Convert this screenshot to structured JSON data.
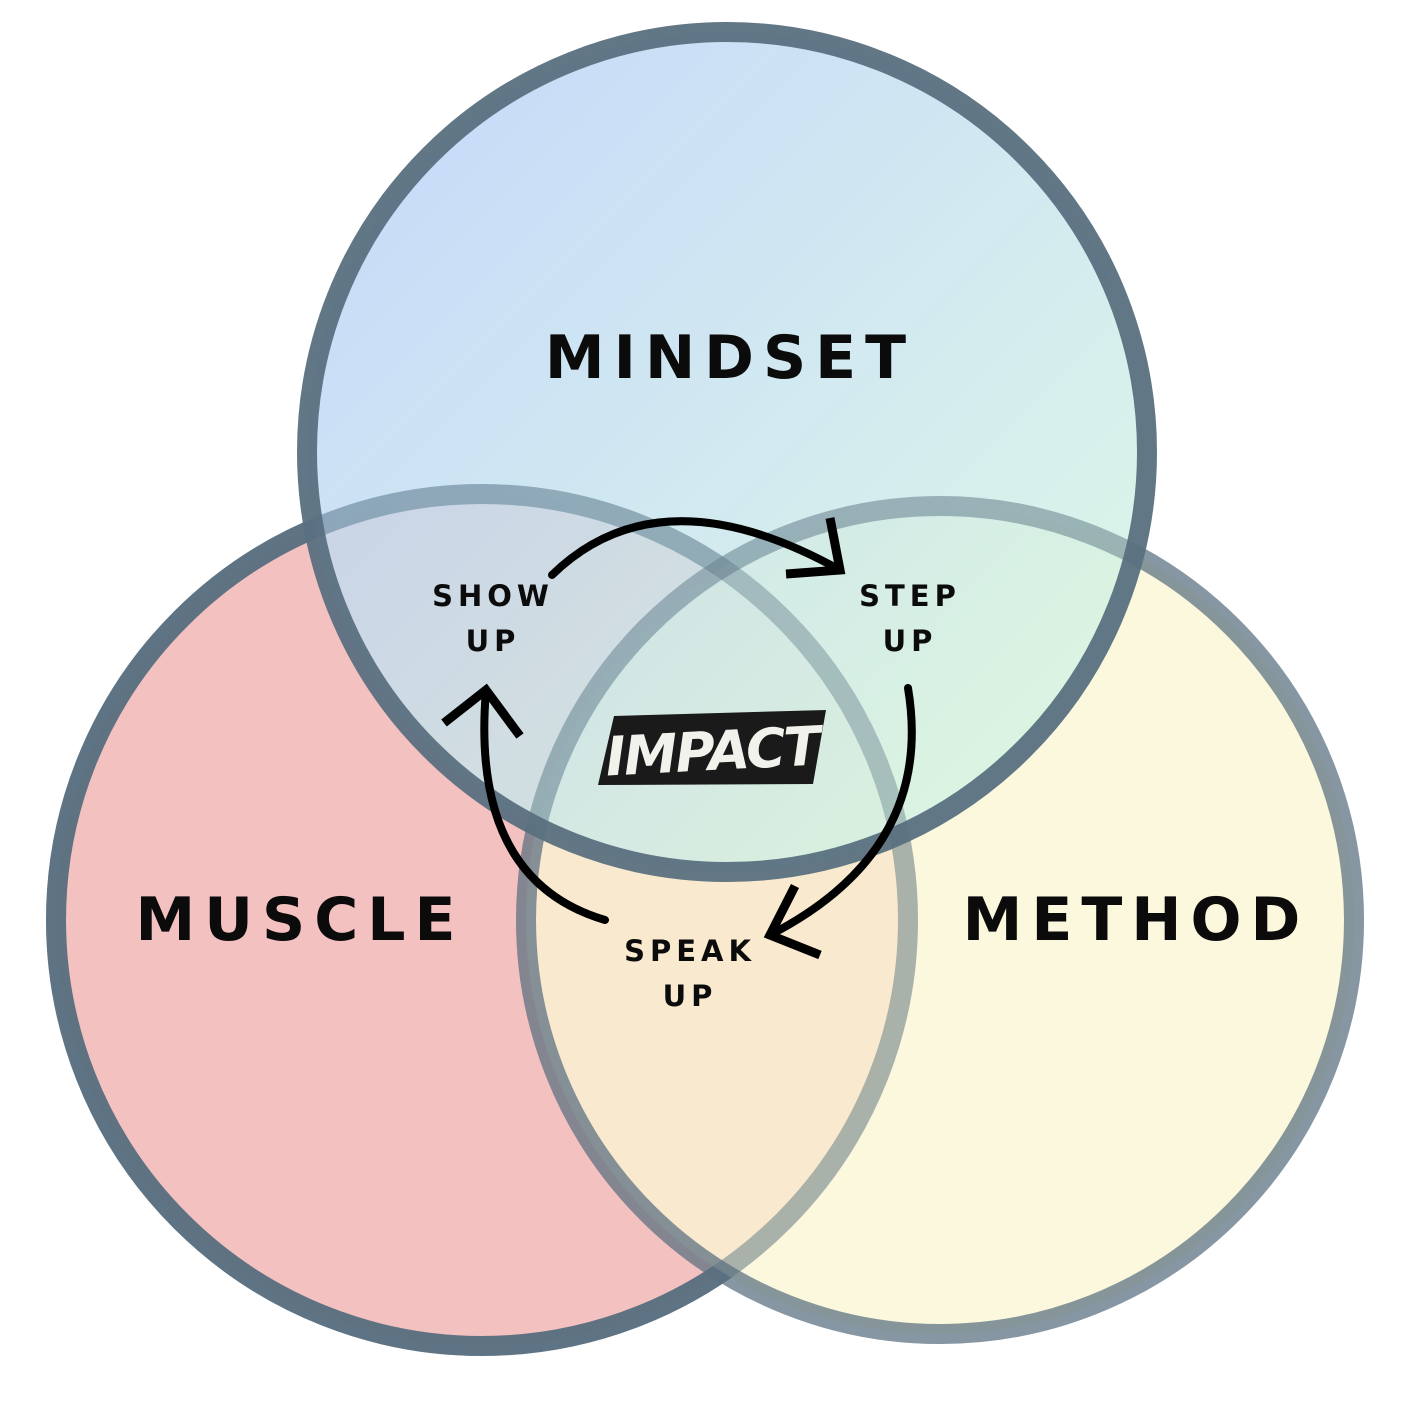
{
  "circles": {
    "mindset": {
      "label": "MINDSET",
      "fill_start": "#b3cdfa",
      "fill_end": "#d6f9de"
    },
    "muscle": {
      "label": "MUSCLE",
      "fill": "#f4bfbf"
    },
    "method": {
      "label": "METHOD",
      "fill": "#fbf5d3"
    },
    "outline_color": "#5a7080"
  },
  "cycle": {
    "show_up": [
      "SHOW",
      "UP"
    ],
    "step_up": [
      "STEP",
      "UP"
    ],
    "speak_up": [
      "SPEAK",
      "UP"
    ]
  },
  "center": {
    "label": "IMPACT",
    "badge_color": "#1a1a1a",
    "text_color": "#f2f2ec"
  }
}
